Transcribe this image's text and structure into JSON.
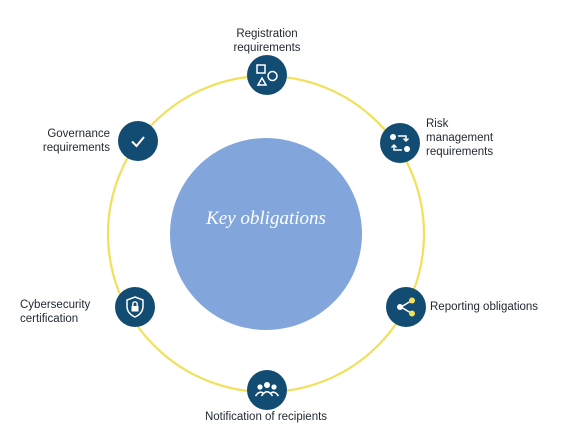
{
  "center": {
    "label": "Key obligations"
  },
  "colors": {
    "ring": "#f1e05a",
    "center_fill": "#82a6dc",
    "node_fill": "#124c72",
    "icon_stroke": "#ffffff",
    "text": "#222a33"
  },
  "nodes": [
    {
      "id": "registration",
      "icon": "shapes-icon",
      "label_lines": [
        "Registration",
        "requirements"
      ]
    },
    {
      "id": "risk",
      "icon": "swap-arrows-icon",
      "label_lines": [
        "Risk",
        "management",
        "requirements"
      ]
    },
    {
      "id": "reporting",
      "icon": "share-icon",
      "label_lines": [
        "Reporting obligations"
      ]
    },
    {
      "id": "notification",
      "icon": "group-icon",
      "label_lines": [
        "Notification of recipients"
      ]
    },
    {
      "id": "cybersecurity",
      "icon": "shield-lock-icon",
      "label_lines": [
        "Cybersecurity",
        "certification"
      ]
    },
    {
      "id": "governance",
      "icon": "checkmark-icon",
      "label_lines": [
        "Governance",
        "requirements"
      ]
    }
  ]
}
